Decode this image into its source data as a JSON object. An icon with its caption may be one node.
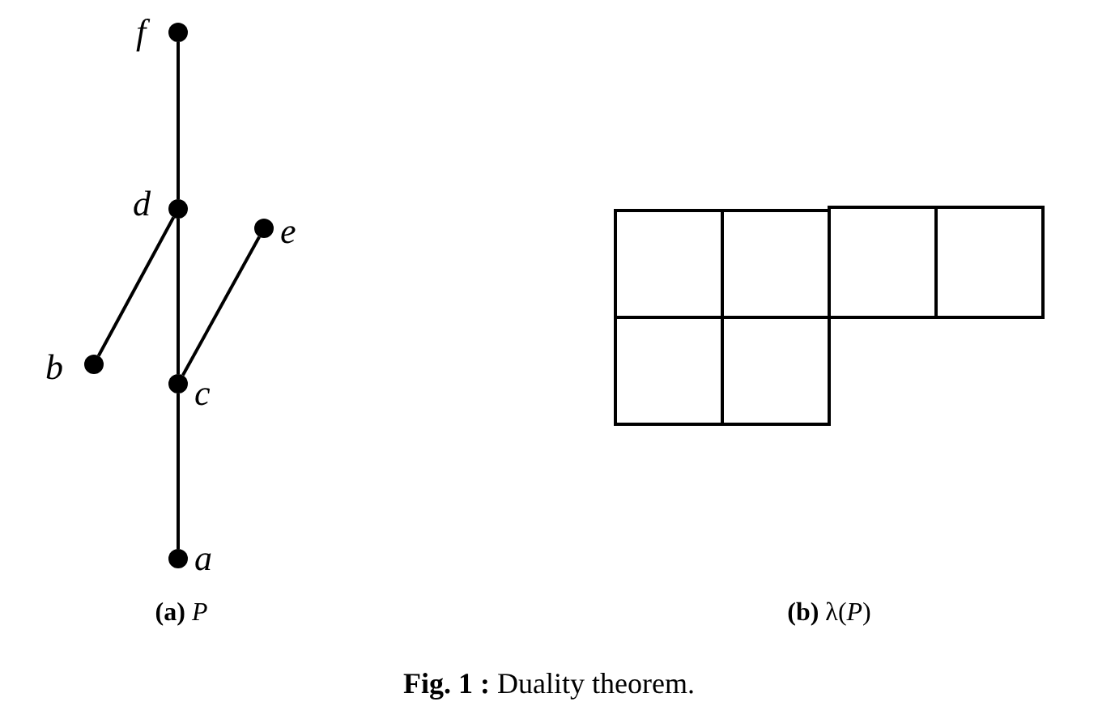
{
  "diagram": {
    "caption": "**Fig. 1 :** Duality theorem.",
    "nodes": [
      {
        "text": [],
        "shape": "circle",
        "beside": [
          "f"
        ]
      },
      {
        "text": [],
        "shape": "circle",
        "beside": [
          "d"
        ]
      },
      {
        "text": [],
        "shape": "circle",
        "beside": [
          "e"
        ]
      },
      {
        "text": [],
        "shape": "circle",
        "beside": [
          "b"
        ]
      },
      {
        "text": [],
        "shape": "circle",
        "beside": [
          "c"
        ]
      },
      {
        "text": [],
        "shape": "circle",
        "beside": [
          "a"
        ]
      }
    ],
    "edges": [
      {
        "from": 0,
        "to": 1,
        "arrow": "none"
      },
      {
        "from": 1,
        "to": 4,
        "arrow": "none"
      },
      {
        "from": 4,
        "to": 5,
        "arrow": "none"
      },
      {
        "from": 1,
        "to": 3,
        "arrow": "none"
      },
      {
        "from": 4,
        "to": 2,
        "arrow": "none"
      }
    ],
    "labels": [
      "**(a)** *P*",
      "**(b)** λ(*P*)"
    ]
  }
}
